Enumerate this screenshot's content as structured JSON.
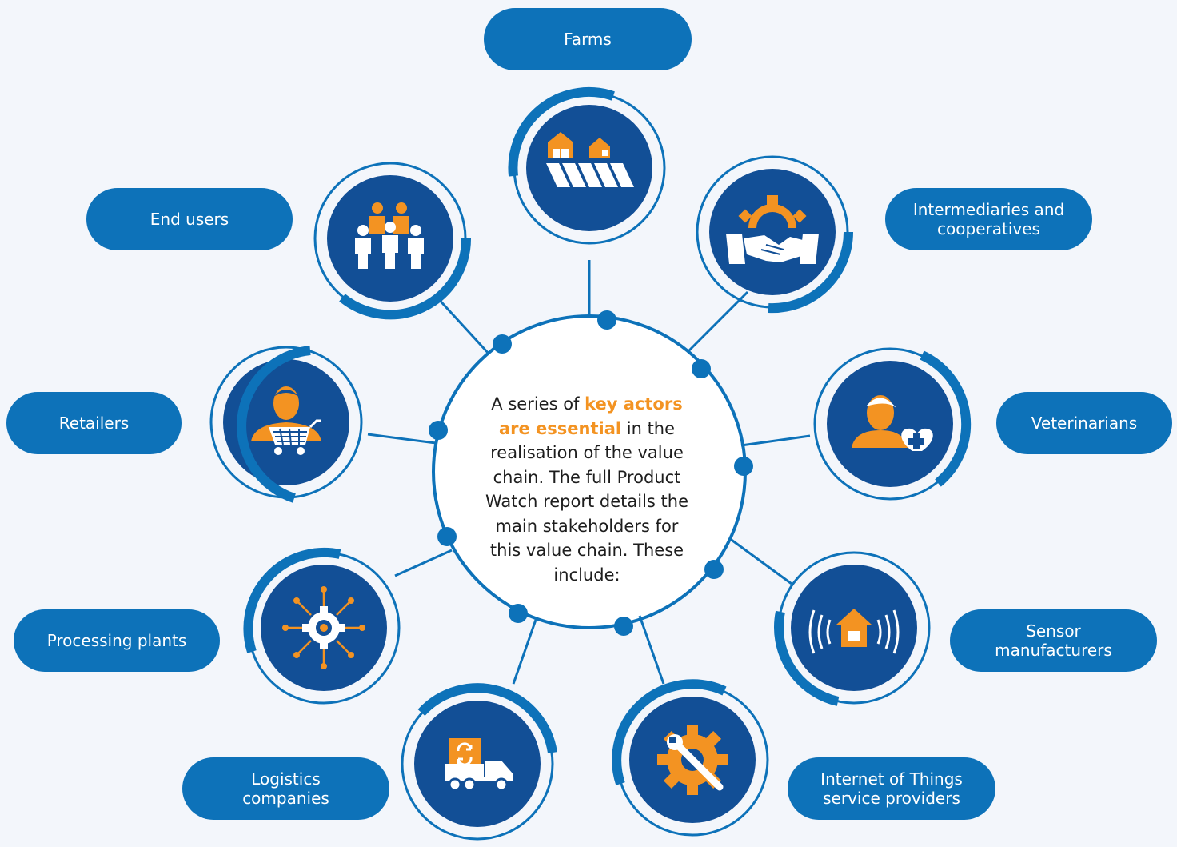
{
  "center": {
    "text_before": "A series of ",
    "highlight": "key actors are essential",
    "text_after": " in the realisation of the value chain. The full Product Watch report details the main stakeholders for this value chain. These include:"
  },
  "actors": [
    {
      "id": "farms",
      "label": [
        "Farms"
      ],
      "icon": "farm-buildings-icon"
    },
    {
      "id": "intermediaries",
      "label": [
        "Intermediaries and",
        "cooperatives"
      ],
      "icon": "handshake-gear-icon"
    },
    {
      "id": "veterinarians",
      "label": [
        "Veterinarians"
      ],
      "icon": "vet-person-heart-icon"
    },
    {
      "id": "sensor",
      "label": [
        "Sensor",
        "manufacturers"
      ],
      "icon": "house-signal-icon"
    },
    {
      "id": "iot",
      "label": [
        "Internet of Things",
        "service providers"
      ],
      "icon": "gear-wrench-icon"
    },
    {
      "id": "logistics",
      "label": [
        "Logistics",
        "companies"
      ],
      "icon": "delivery-truck-icon"
    },
    {
      "id": "processing",
      "label": [
        "Processing plants"
      ],
      "icon": "network-gear-icon"
    },
    {
      "id": "retailers",
      "label": [
        "Retailers"
      ],
      "icon": "shopper-cart-icon"
    },
    {
      "id": "endusers",
      "label": [
        "End users"
      ],
      "icon": "people-group-icon"
    }
  ],
  "colors": {
    "pill": "#0d72b9",
    "circle_fill": "#124f96",
    "ring": "#0d72b9",
    "accent": "#f39322",
    "background": "#f3f6fb"
  }
}
